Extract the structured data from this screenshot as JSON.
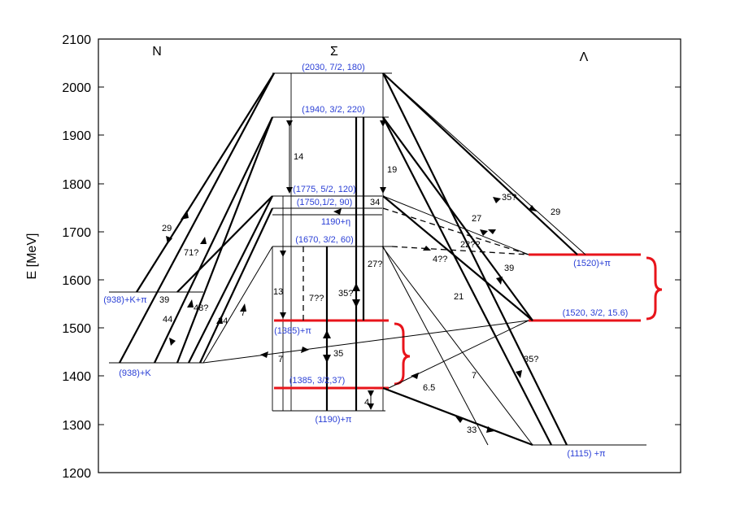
{
  "axis": {
    "ylabel": "E [MeV]",
    "yticks": [
      "2100",
      "2000",
      "1900",
      "1800",
      "1700",
      "1600",
      "1500",
      "1400",
      "1300",
      "1200"
    ]
  },
  "columns": {
    "n": "N",
    "sigma": "Σ",
    "lambda": "Λ"
  },
  "levels": {
    "s2030": "(2030, 7/2, 180)",
    "s1940": "(1940, 3/2, 220)",
    "s1775": "(1775, 5/2, 120)",
    "s1750": "(1750,1/2, 90)",
    "s1190eta": "1190+η",
    "s1670": "(1670, 3/2, 60)",
    "s1385pi": "(1385)+π",
    "s1385": "(1385, 3/2,37)",
    "s1190pi": "(1190)+π",
    "n938kpi": "(938)+K+π",
    "n938k": "(938)+K",
    "l1520pi": "(1520)+π",
    "l1520": "(1520, 3/2, 15.6)",
    "l1115pi": "(1115) +π"
  },
  "numbers": {
    "n29": "29",
    "n71": "71?",
    "n39a": "39",
    "n44": "44",
    "n48": "48?",
    "n34a": "34",
    "n7a": "7",
    "n14": "14",
    "n19": "19",
    "n34b": "34",
    "n13": "13",
    "n7b": "7??",
    "n35a": "35?",
    "n27a": "27?",
    "n35b": "35",
    "n4a": "4",
    "n7c": "7",
    "n35c": "35?",
    "n29b": "29",
    "n27b": "27",
    "n22": "22??",
    "n4b": "4??",
    "n39b": "39",
    "n21": "21",
    "n7d": "7",
    "n6": "6.5",
    "n35d": "35?",
    "n33": "33"
  },
  "colors": {
    "label": "#2a3fd6",
    "highlight": "#e8141b",
    "ink": "#000000"
  }
}
